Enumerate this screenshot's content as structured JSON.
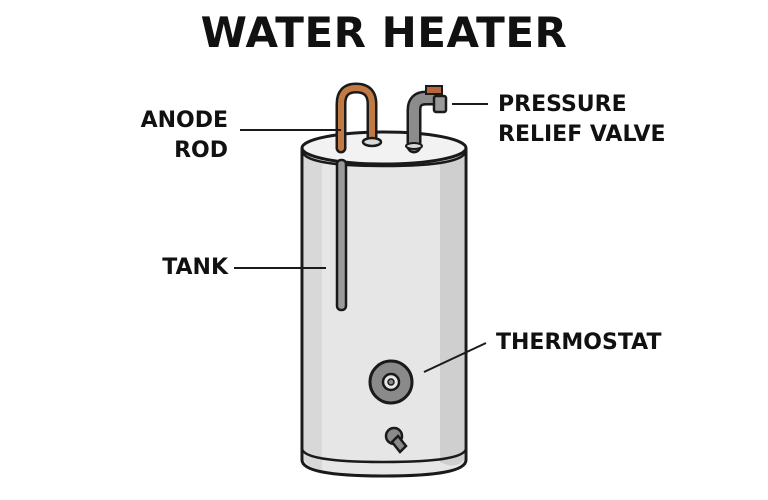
{
  "title": "WATER HEATER",
  "labels": {
    "anode_rod_line1": "ANODE",
    "anode_rod_line2": "ROD",
    "pressure_relief_line1": "PRESSURE",
    "pressure_relief_line2": "RELIEF VALVE",
    "tank": "TANK",
    "thermostat": "THERMOSTAT"
  },
  "colors": {
    "outline": "#1a1a1a",
    "tank_body": "#e6e6e6",
    "tank_shadow": "#c9c9c9",
    "anode_copper": "#c27a45",
    "pipe_gray": "#8c8c8c",
    "valve_orange": "#b8663a"
  }
}
